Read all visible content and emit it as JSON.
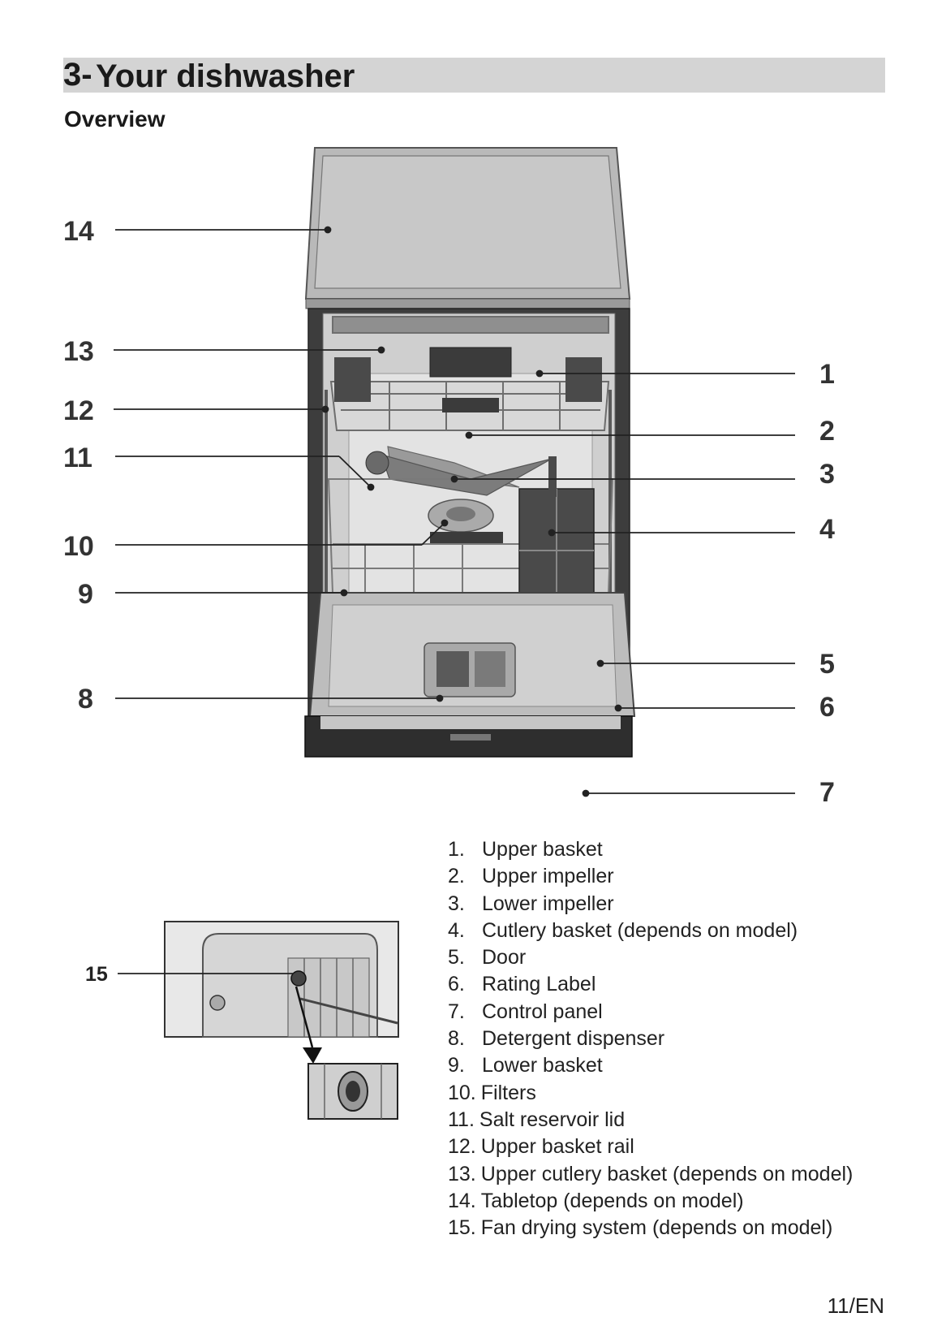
{
  "header": {
    "number": "3-",
    "title": "Your dishwasher"
  },
  "section": {
    "title": "Overview"
  },
  "callouts": [
    "14",
    "13",
    "12",
    "11",
    "10",
    "9",
    "8",
    "1",
    "2",
    "3",
    "4",
    "5",
    "6",
    "7"
  ],
  "inset": {
    "callout": "15"
  },
  "legend": [
    {
      "num": "1.",
      "text": "Upper basket"
    },
    {
      "num": "2.",
      "text": "Upper impeller"
    },
    {
      "num": "3.",
      "text": "Lower impeller"
    },
    {
      "num": "4.",
      "text": "Cutlery basket (depends on model)"
    },
    {
      "num": "5.",
      "text": "Door"
    },
    {
      "num": "6.",
      "text": "Rating Label"
    },
    {
      "num": "7.",
      "text": "Control panel"
    },
    {
      "num": "8.",
      "text": "Detergent dispenser"
    },
    {
      "num": "9.",
      "text": "Lower basket"
    },
    {
      "num": "10.",
      "text": "Filters"
    },
    {
      "num": "11.",
      "text": "Salt reservoir lid"
    },
    {
      "num": "12.",
      "text": "Upper basket rail"
    },
    {
      "num": "13.",
      "text": "Upper cutlery basket (depends on model)"
    },
    {
      "num": "14.",
      "text": "Tabletop (depends on model)"
    },
    {
      "num": "15.",
      "text": "Fan drying system (depends on model)"
    }
  ],
  "footer": {
    "page": "11/EN"
  }
}
